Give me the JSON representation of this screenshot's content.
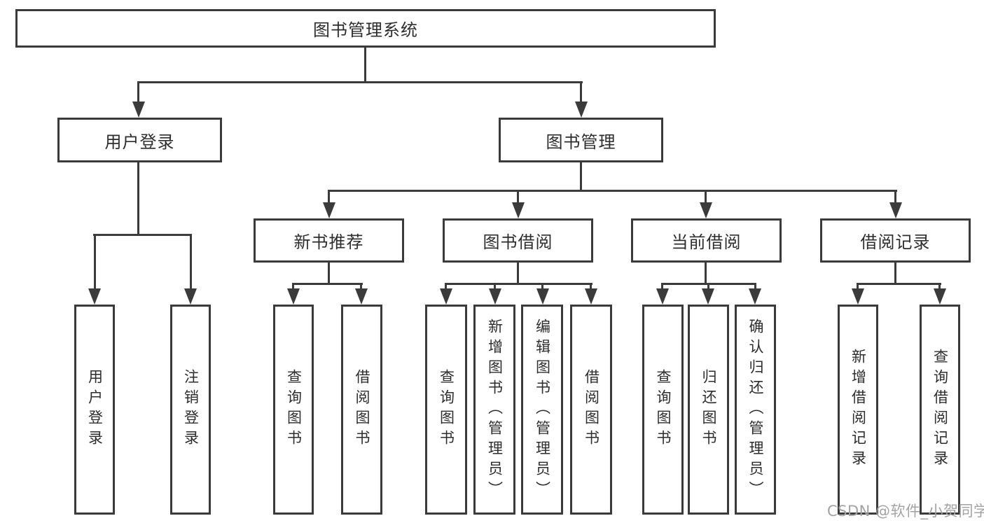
{
  "diagram_title": "图书管理系统",
  "nodes": {
    "root": "图书管理系统",
    "login": "用户登录",
    "mgmt": "图书管理",
    "newbook": "新书推荐",
    "borrow": "图书借阅",
    "current": "当前借阅",
    "records": "借阅记录",
    "leaf_login": "用户登录",
    "leaf_logout": "注销登录",
    "leaf_nb_query": "查询图书",
    "leaf_nb_borrow": "借阅图书",
    "leaf_bw_query": "查询图书",
    "leaf_bw_add": "新增图书（管理员）",
    "leaf_bw_edit": "编辑图书（管理员）",
    "leaf_bw_borrow": "借阅图书",
    "leaf_cur_query": "查询图书",
    "leaf_cur_return": "归还图书",
    "leaf_cur_confirm": "确认归还（管理员）",
    "leaf_rec_add": "新增借阅记录",
    "leaf_rec_query": "查询借阅记录"
  },
  "watermark": "CSDN @软件_小贺同学",
  "colors": {
    "line": "#3b3b3b",
    "text": "#2d2d2d",
    "watermark_text": "#a3a3a3",
    "background": "#ffffff"
  }
}
